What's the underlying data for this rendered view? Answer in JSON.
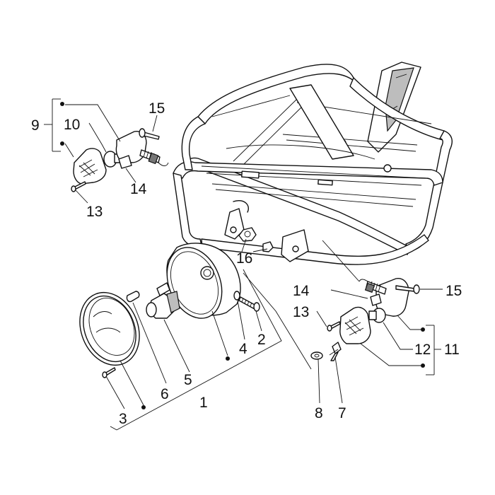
{
  "diagram": {
    "type": "exploded-parts-diagram",
    "callouts": [
      {
        "id": "c1",
        "text": "1"
      },
      {
        "id": "c2",
        "text": "2"
      },
      {
        "id": "c3",
        "text": "3"
      },
      {
        "id": "c4",
        "text": "4"
      },
      {
        "id": "c5",
        "text": "5"
      },
      {
        "id": "c6",
        "text": "6"
      },
      {
        "id": "c7",
        "text": "7"
      },
      {
        "id": "c8",
        "text": "8"
      },
      {
        "id": "c9",
        "text": "9"
      },
      {
        "id": "c10",
        "text": "10"
      },
      {
        "id": "c11",
        "text": "11"
      },
      {
        "id": "c12",
        "text": "12"
      },
      {
        "id": "c13a",
        "text": "13"
      },
      {
        "id": "c13b",
        "text": "13"
      },
      {
        "id": "c14a",
        "text": "14"
      },
      {
        "id": "c14b",
        "text": "14"
      },
      {
        "id": "c15a",
        "text": "15"
      },
      {
        "id": "c15b",
        "text": "15"
      },
      {
        "id": "c16",
        "text": "16"
      }
    ]
  }
}
